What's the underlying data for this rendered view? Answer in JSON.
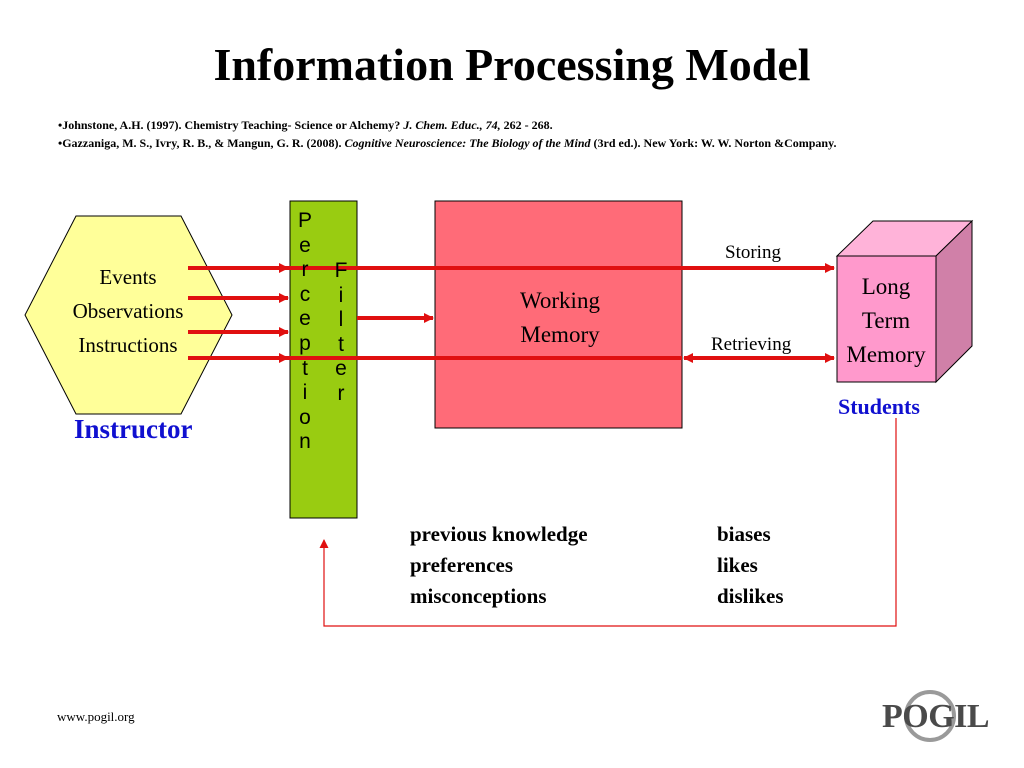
{
  "title": "Information Processing Model",
  "references": [
    {
      "bullet": "•",
      "text_before": "Johnstone, A.H. (1997).  Chemistry Teaching- Science or Alchemy? ",
      "italic": "J. Chem. Educ., 74,",
      "text_after": " 262 - 268."
    },
    {
      "bullet": "•",
      "text_before": "Gazzaniga, M. S., Ivry, R. B., & Mangun, G. R. (2008).  ",
      "italic": "Cognitive Neuroscience:  The Biology of the Mind",
      "text_after": " (3rd ed.).  New York:  W. W. Norton &Company."
    }
  ],
  "hexagon": {
    "lines": [
      "Events",
      "Observations",
      "Instructions"
    ],
    "fill": "#ffff99"
  },
  "instructor_label": "Instructor",
  "perception_letters": [
    "P",
    "e",
    "r",
    "c",
    "e",
    "p",
    "t",
    "i",
    "o",
    "n"
  ],
  "filter_letters": [
    "F",
    "i",
    "l",
    "t",
    "e",
    "r"
  ],
  "working_memory": {
    "lines": [
      "Working",
      "Memory"
    ],
    "fill": "#ff6b78"
  },
  "long_term_memory": {
    "lines": [
      "Long",
      "Term",
      "Memory"
    ],
    "fill": "#ff99cc"
  },
  "storing_label": "Storing",
  "retrieving_label": "Retrieving",
  "students_label": "Students",
  "influences": {
    "left": [
      "previous knowledge",
      "preferences",
      "misconceptions"
    ],
    "right": [
      "biases",
      "likes",
      "dislikes"
    ]
  },
  "footer_url": "www.pogil.org",
  "logo_text": "POGIL",
  "colors": {
    "arrow": "#e01010",
    "filter_bar": "#99cc11",
    "title_blue": "#1010d0"
  }
}
